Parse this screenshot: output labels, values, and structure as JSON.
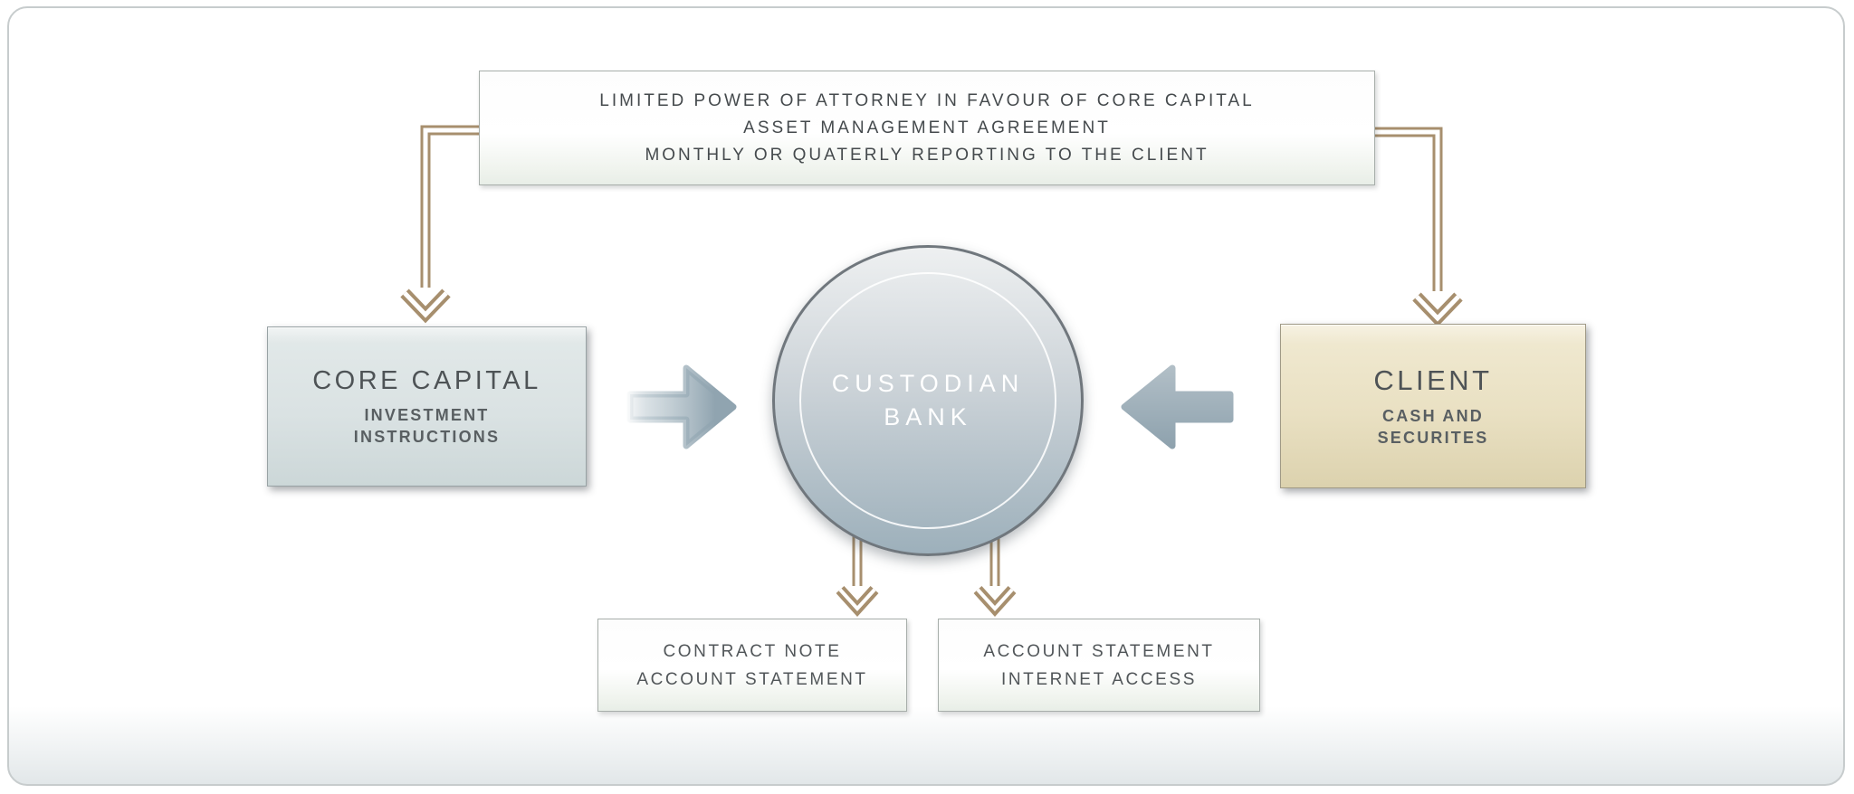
{
  "agreement_box": {
    "lines": [
      "LIMITED POWER OF ATTORNEY IN FAVOUR OF CORE CAPITAL",
      "ASSET MANAGEMENT AGREEMENT",
      "MONTHLY OR QUATERLY REPORTING TO THE CLIENT"
    ]
  },
  "core_capital_box": {
    "title": "CORE CAPITAL",
    "lines": [
      "INVESTMENT",
      "INSTRUCTIONS"
    ]
  },
  "client_box": {
    "title": "CLIENT",
    "lines": [
      "CASH AND",
      "SECURITES"
    ]
  },
  "custodian_circle": {
    "lines": [
      "CUSTODIAN",
      "BANK"
    ]
  },
  "contract_note_box": {
    "lines": [
      "CONTRACT NOTE",
      "ACCOUNT STATEMENT"
    ]
  },
  "internet_access_box": {
    "lines": [
      "ACCOUNT STATEMENT",
      "INTERNET ACCESS"
    ]
  },
  "palette": {
    "connector_tan": "#a78f6e",
    "connector_gap_white": "#ffffff",
    "solid_arrow_gray": "#92a6b2",
    "circle_fill_top": "#eef0f1",
    "circle_fill_bottom": "#9db0bb",
    "circle_border": "#70777d",
    "core_box_fill_bottom": "#ccd7d8",
    "client_box_fill_bottom": "#dcd2ae",
    "text_gray": "#4a4f52"
  }
}
